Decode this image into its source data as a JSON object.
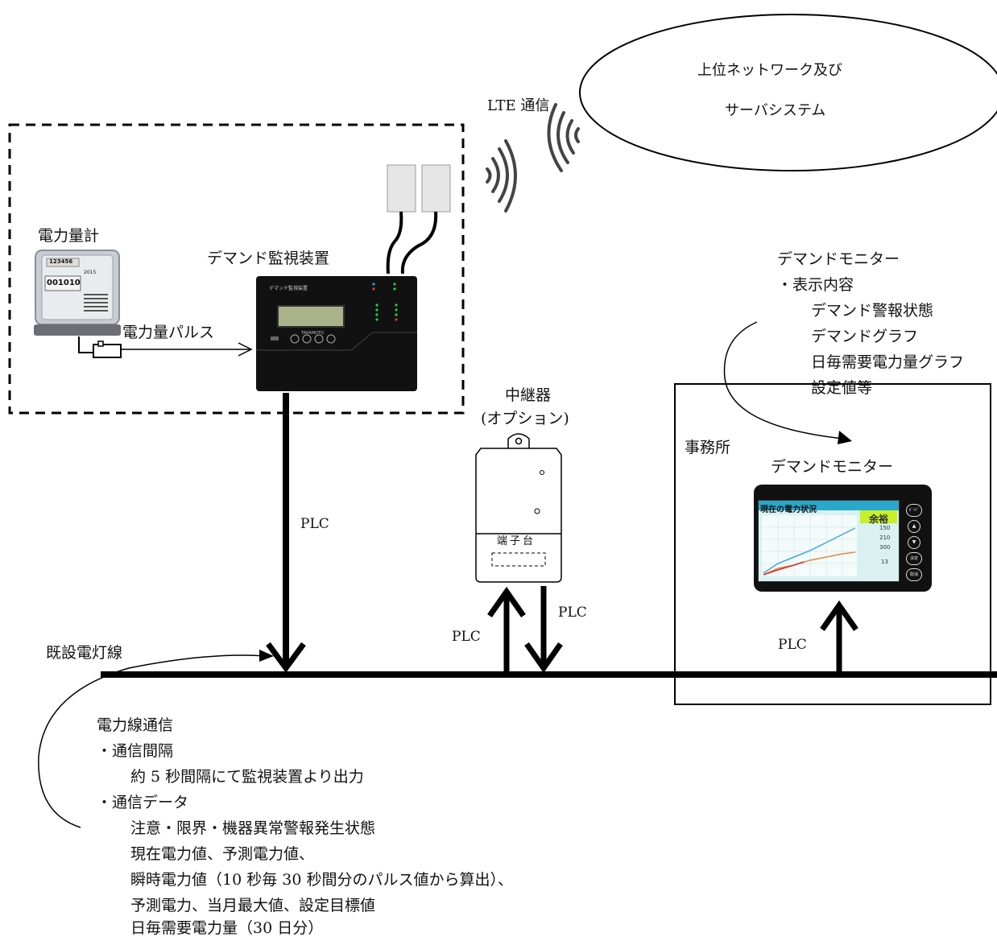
{
  "network": {
    "line1": "上位ネットワーク及び",
    "line2": "サーバシステム"
  },
  "lte_label": "LTE 通信",
  "meter": {
    "title": "電力量計",
    "display_top": "123456",
    "display_value": "001010",
    "display_small": "2015",
    "pulse_label": "電力量パルス"
  },
  "demand_device": {
    "title": "デマンド監視装置",
    "panel_label": "デマンド監視装置",
    "brand": "TAKAMOTO"
  },
  "repeater": {
    "title": "中継器",
    "subtitle": "(オプション)",
    "terminal_label": "端子台"
  },
  "office": {
    "label": "事務所",
    "monitor_title": "デマンドモニター"
  },
  "monitor_screen": {
    "heading": "現在の電力状況",
    "status": "余裕",
    "values": [
      "150",
      "210",
      "300",
      "13"
    ],
    "buttons": [
      "ｶﾞｲﾄﾞ",
      "▲",
      "▼",
      "決定",
      "取消"
    ]
  },
  "monitor_info": {
    "title": "デマンドモニター",
    "bullet": "・表示内容",
    "items": [
      "デマンド警報状態",
      "デマンドグラフ",
      "日毎需要電力量グラフ",
      "設定値等"
    ]
  },
  "plc": {
    "label": "PLC"
  },
  "existing_line": {
    "label": "既設電灯線"
  },
  "plc_comm": {
    "title": "電力線通信",
    "bullet_interval": "・通信間隔",
    "interval_detail": "約 5 秒間隔にて監視装置より出力",
    "bullet_data": "・通信データ",
    "data_lines": [
      "注意・限界・機器異常警報発生状態",
      "現在電力値、予測電力値、",
      "瞬時電力値（10 秒毎 30 秒間分のパルス値から算出）、",
      "予測電力、当月最大値、設定目標値",
      "日毎需要電力量（30 日分）"
    ]
  },
  "colors": {
    "line": "#000000",
    "device_body": "#111111",
    "lcd": "#a9b38a",
    "screen_bg": "#d9f1f1",
    "status_bg": "#c7ef2a"
  }
}
